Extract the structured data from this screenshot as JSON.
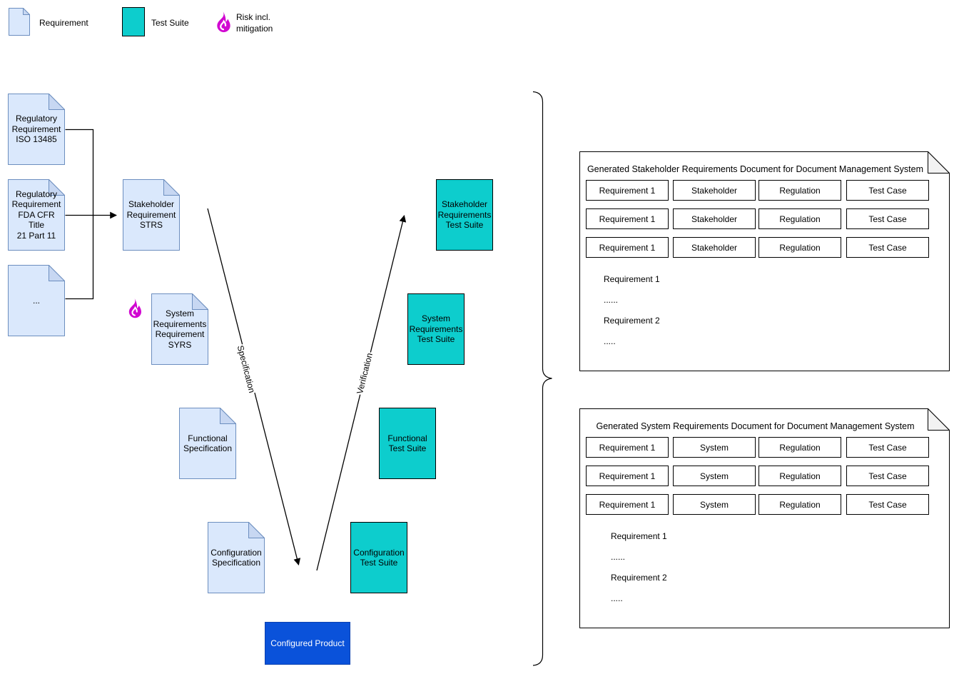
{
  "legend": {
    "requirement_label": "Requirement",
    "test_suite_label": "Test Suite",
    "risk_label": "Risk incl.\nmitigation"
  },
  "colors": {
    "requirement_fill": "#dae8fc",
    "requirement_stroke": "#6c8ebf",
    "test_suite_fill": "#0dcdcd",
    "risk_flame": "#d107d1",
    "product_fill": "#0a52da",
    "line": "#000000"
  },
  "vmodel": {
    "left_docs": [
      {
        "label": "Regulatory\nRequirement\nISO 13485"
      },
      {
        "label": "Regulatory\nRequirement\nFDA CFR Title\n21 Part 11"
      },
      {
        "label": "..."
      }
    ],
    "spec_docs": [
      {
        "label": "Stakeholder\nRequirement\nSTRS"
      },
      {
        "label": "System\nRequirements\nRequirement\nSYRS"
      },
      {
        "label": "Functional\nSpecification"
      },
      {
        "label": "Configuration\nSpecification"
      }
    ],
    "test_suites": [
      {
        "label": "Stakeholder\nRequirements\nTest Suite"
      },
      {
        "label": "System\nRequirements\nTest Suite"
      },
      {
        "label": "Functional\nTest Suite"
      },
      {
        "label": "Configuration\nTest Suite"
      }
    ],
    "product_label": "Configured Product",
    "edge_labels": {
      "down": "Specification",
      "up": "Verification"
    }
  },
  "panels": [
    {
      "title": "Generated Stakeholder Requirements Document for Document Management System",
      "rows": [
        [
          "Requirement 1",
          "Stakeholder",
          "Regulation",
          "Test Case"
        ],
        [
          "Requirement 1",
          "Stakeholder",
          "Regulation",
          "Test Case"
        ],
        [
          "Requirement 1",
          "Stakeholder",
          "Regulation",
          "Test Case"
        ]
      ],
      "body": [
        "Requirement 1",
        "......",
        "Requirement 2",
        "....."
      ]
    },
    {
      "title": "Generated System Requirements Document for Document Management System",
      "rows": [
        [
          "Requirement 1",
          "System",
          "Regulation",
          "Test Case"
        ],
        [
          "Requirement 1",
          "System",
          "Regulation",
          "Test Case"
        ],
        [
          "Requirement 1",
          "System",
          "Regulation",
          "Test Case"
        ]
      ],
      "body": [
        "Requirement 1",
        "......",
        "Requirement 2",
        "....."
      ]
    }
  ]
}
